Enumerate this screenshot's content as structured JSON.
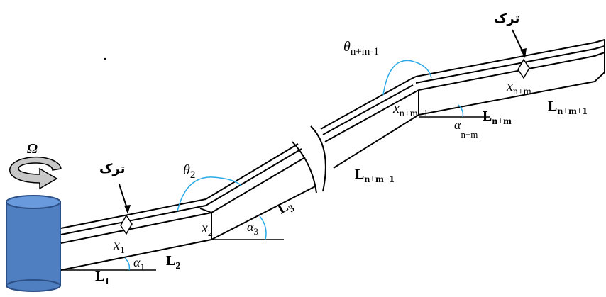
{
  "labels": {
    "omega": "Ω",
    "crack_left": "ترک",
    "crack_right": "ترک",
    "theta_2": "θ",
    "theta_2_sub": "2",
    "theta_nm1": "θ",
    "theta_nm1_sub": "n+m-1",
    "x1": "x",
    "x1_sub": "1",
    "x2": "x",
    "x2_sub": "2",
    "x_nm1": "x",
    "x_nm1_sub": "n+m−1",
    "x_nm": "x",
    "x_nm_sub": "n+m",
    "alpha1": "α",
    "alpha1_sub": "1",
    "alpha3": "α",
    "alpha3_sub": "3",
    "alpha_nm": "α",
    "alpha_nm_sub": "n+m",
    "L1": "L",
    "L1_sub": "1",
    "L2": "L",
    "L2_sub": "2",
    "L3": "L",
    "L3_sub": "3",
    "L_nm1": "L",
    "L_nm1_sub": "n+m−1",
    "L_nm": "L",
    "L_nm_sub": "n+m",
    "L_nm_p1": "L",
    "L_nm_p1_sub": "n+m+1"
  },
  "colors": {
    "hub_fill": "#4f7fc0",
    "hub_top": "#5b8fd6",
    "hub_stroke": "#2c4f86",
    "arrow_fill": "#c8c8c8",
    "arc_color": "#29a9e6",
    "line": "#000000"
  }
}
